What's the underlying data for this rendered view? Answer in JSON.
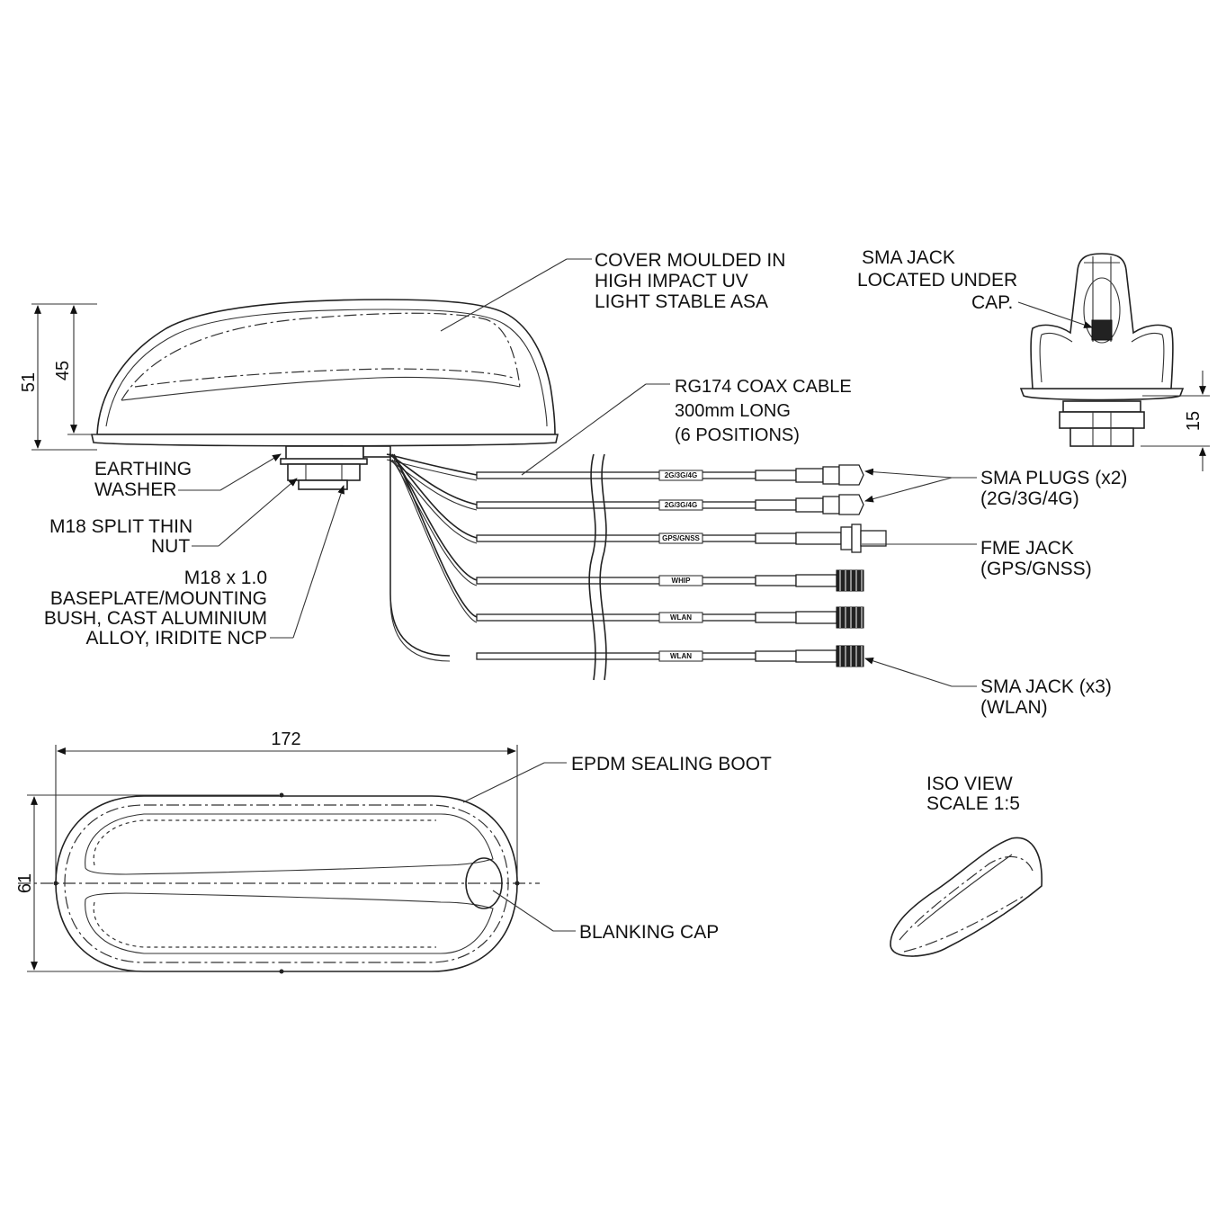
{
  "labels": {
    "cover": [
      "COVER MOULDED IN",
      "HIGH IMPACT UV",
      "LIGHT STABLE ASA"
    ],
    "sma_cap": [
      "SMA JACK",
      "LOCATED UNDER",
      "CAP."
    ],
    "coax": [
      "RG174 COAX CABLE",
      "300mm LONG",
      "(6 POSITIONS)"
    ],
    "earthing": [
      "EARTHING",
      "WASHER"
    ],
    "nut": [
      "M18 SPLIT THIN",
      "NUT"
    ],
    "baseplate": [
      "M18 x 1.0",
      "BASEPLATE/MOUNTING",
      "BUSH, CAST ALUMINIUM",
      "ALLOY, IRIDITE NCP"
    ],
    "sma_plugs": [
      "SMA PLUGS (x2)",
      "(2G/3G/4G)"
    ],
    "fme": [
      "FME JACK",
      "(GPS/GNSS)"
    ],
    "sma_jack": [
      "SMA JACK (x3)",
      "(WLAN)"
    ],
    "epdm": "EPDM SEALING BOOT",
    "blanking": "BLANKING CAP",
    "iso": [
      "ISO VIEW",
      "SCALE 1:5"
    ]
  },
  "dimensions": {
    "height_total": "51",
    "height_cover": "45",
    "height_end": "15",
    "length": "172",
    "width": "61"
  },
  "cable_tags": [
    "2G/3G/4G",
    "2G/3G/4G",
    "GPS/GNSS",
    "WHIP",
    "WLAN",
    "WLAN"
  ]
}
